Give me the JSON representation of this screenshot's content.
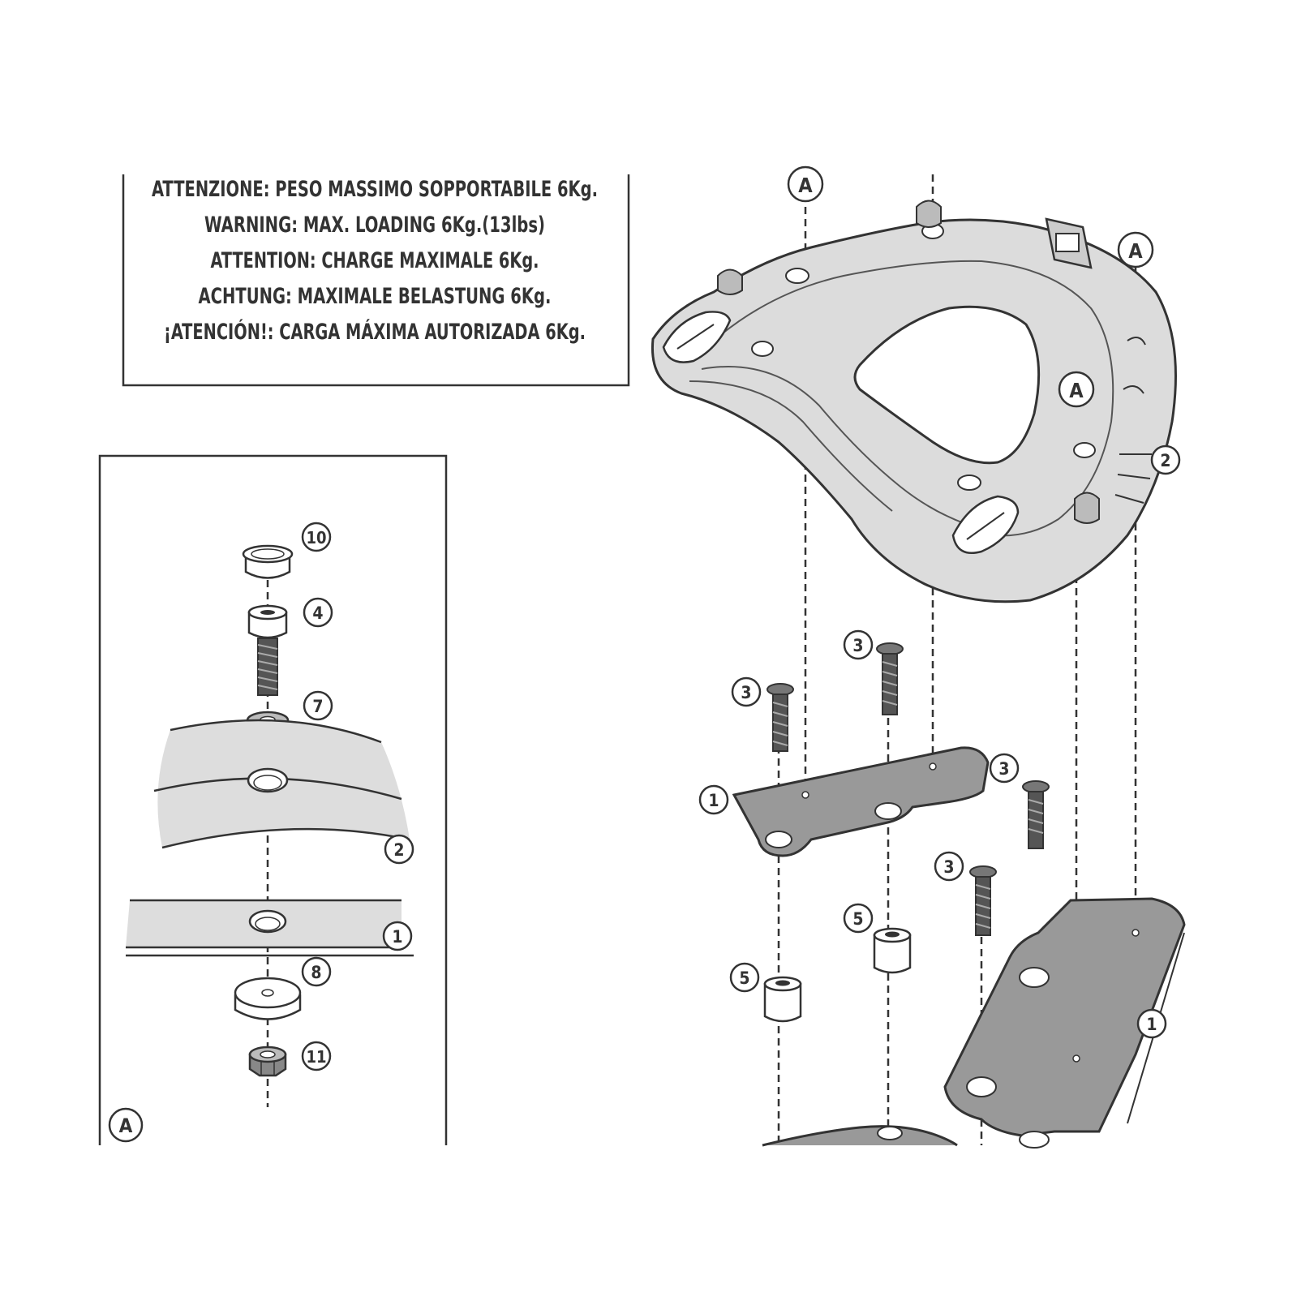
{
  "warning": {
    "lines": [
      "ATTENZIONE: PESO MASSIMO SOPPORTABILE 6Kg.",
      "WARNING: MAX. LOADING 6Kg.(13lbs)",
      "ATTENTION: CHARGE MAXIMALE 6Kg.",
      "ACHTUNG: MAXIMALE BELASTUNG 6Kg.",
      "¡ATENCIÓN!: CARGA MÁXIMA AUTORIZADA 6Kg."
    ]
  },
  "detail": {
    "label": "A",
    "callouts": {
      "c10": "10",
      "c4": "4",
      "c7": "7",
      "c2": "2",
      "c1": "1",
      "c8": "8",
      "c11": "11"
    }
  },
  "main": {
    "callouts": {
      "a1": "A",
      "a2": "A",
      "a3": "A",
      "plate_top": "2",
      "screw1": "3",
      "screw2": "3",
      "screw3": "3",
      "screw4": "3",
      "bracket_left": "1",
      "bracket_right": "1",
      "spacer1": "5",
      "spacer2": "5"
    }
  }
}
